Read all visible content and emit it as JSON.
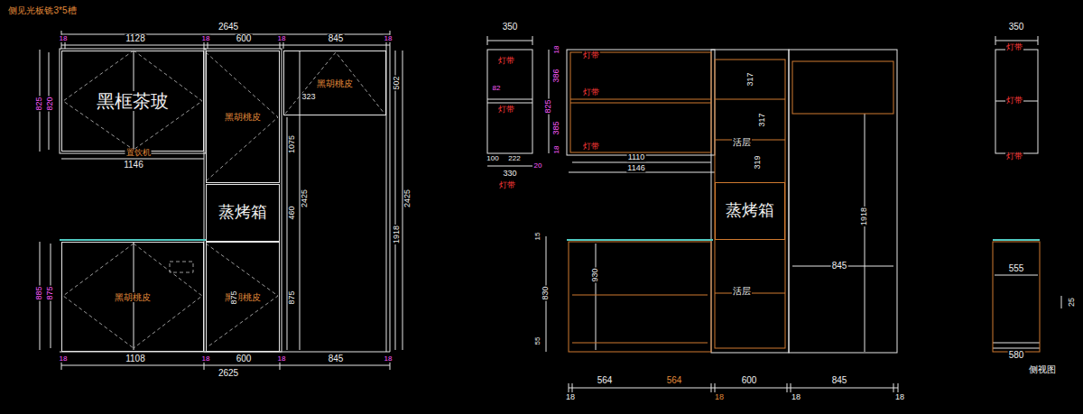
{
  "diagram": {
    "nodes": [
      {
        "text": [
          "黑框茶玻"
        ]
      },
      {
        "text": [
          "黑胡桃皮"
        ]
      },
      {
        "text": [
          "黑胡桃皮"
        ]
      },
      {
        "text": [
          "蒸烤箱"
        ]
      },
      {
        "text": [
          "黑胡桃皮"
        ]
      },
      {
        "text": [
          "黑胡桃皮"
        ]
      },
      {
        "text": [
          "蒸烤箱"
        ]
      }
    ],
    "labels": [
      "侧见光板铣3*5槽",
      "2645",
      "18",
      "1128",
      "18",
      "600",
      "18",
      "845",
      "18",
      "825",
      "820",
      "置饮机",
      "1146",
      "1075",
      "323",
      "502",
      "460",
      "2425",
      "1918",
      "2425",
      "885",
      "875",
      "875",
      "875",
      "18",
      "1108",
      "18",
      "600",
      "18",
      "845",
      "18",
      "2625",
      "350",
      "灯带",
      "82",
      "灯带",
      "100",
      "222",
      "20",
      "330",
      "灯带",
      "18",
      "386",
      "825",
      "385",
      "18",
      "灯带",
      "灯带",
      "灯带",
      "1110",
      "1146",
      "317",
      "317",
      "活层",
      "319",
      "1918",
      "845",
      "15",
      "830",
      "930",
      "活层",
      "55",
      "564",
      "564",
      "600",
      "845",
      "18",
      "18",
      "18",
      "18",
      "350",
      "灯带",
      "灯带",
      "灯带",
      "555",
      "25",
      "580",
      "侧视图"
    ]
  }
}
